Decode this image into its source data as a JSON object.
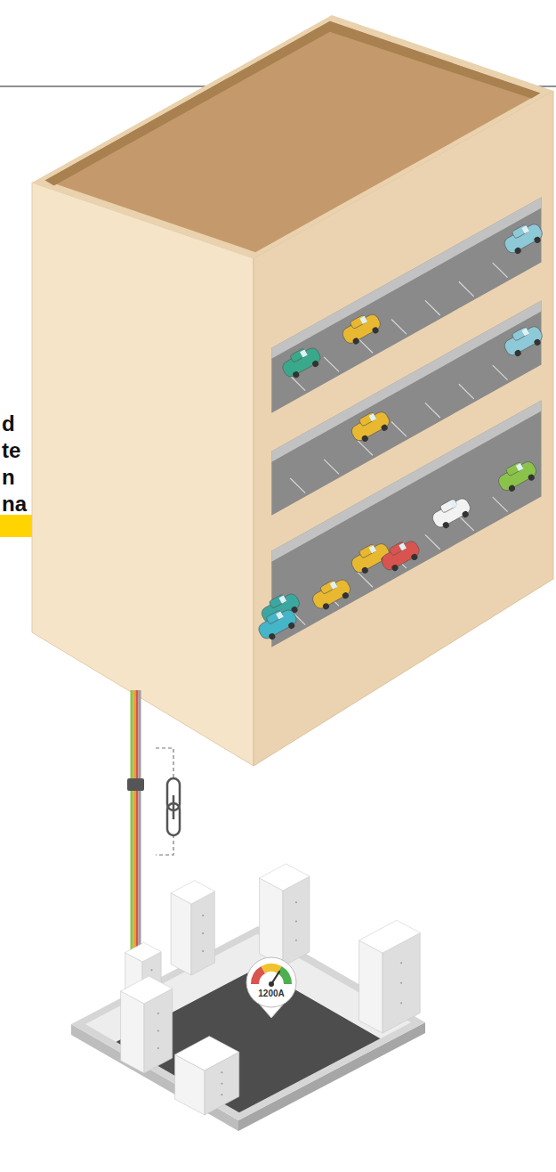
{
  "diagram": {
    "nodes": [
      {
        "text": [
          "1200A"
        ]
      }
    ],
    "labels": [
      "d",
      "te",
      "n",
      "na"
    ]
  }
}
